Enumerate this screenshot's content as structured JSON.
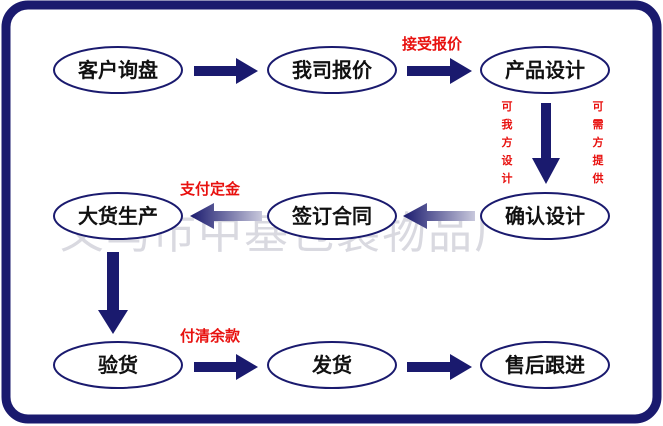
{
  "nodes": {
    "kehu_xunpan": "客户询盘",
    "wosi_baojia": "我司报价",
    "chanpin_sheji": "产品设计",
    "queren_sheji": "确认设计",
    "qianding_hetong": "签订合同",
    "dahuo_shengchan": "大货生产",
    "yanhuo": "验货",
    "fahuo": "发货",
    "shouhou_genjin": "售后跟进"
  },
  "annotations": {
    "jieshou_baojia": "接受报价",
    "zhifu_dingjin": "支付定金",
    "fuqing_yukuan": "付清余款",
    "kewo_fangsheji": [
      "可",
      "我",
      "方",
      "设",
      "计"
    ],
    "kexu_fangtigong": [
      "可",
      "需",
      "方",
      "提",
      "供"
    ]
  },
  "watermark": "义乌市中基包装物品厂",
  "colors": {
    "frame": "#1a1a6e",
    "node_border": "#1a1a6e",
    "arrow": "#1a1a6e",
    "arrow_left": "#2a2a8a",
    "annotation": "#e8110f"
  }
}
